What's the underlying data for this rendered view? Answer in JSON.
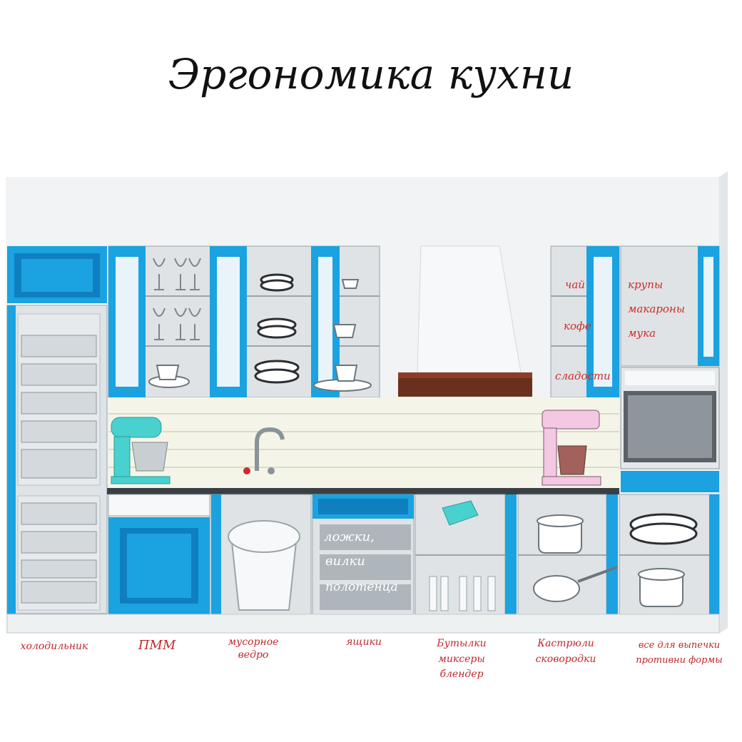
{
  "title": "Эргономика кухни",
  "colors": {
    "accent_blue": "#1aa3e0",
    "cabinet_gray": "#cdd2d6",
    "annotation_red": "#c0282d",
    "hood_wood": "#6b2f1e"
  },
  "upper_annotations": {
    "tea": "чай",
    "coffee": "кофе",
    "sweets": "сладости",
    "grains": "крупы",
    "pasta": "макароны",
    "flour": "мука"
  },
  "drawer_labels": {
    "spoons": "ложки,",
    "forks": "вилки",
    "towels": "полотенца"
  },
  "bottom_labels": [
    {
      "id": "fridge",
      "lines": [
        "холодильник"
      ]
    },
    {
      "id": "dishwasher",
      "lines": [
        "ПММ"
      ]
    },
    {
      "id": "trash",
      "lines": [
        "мусорное",
        "ведро"
      ]
    },
    {
      "id": "drawers",
      "lines": [
        "ящики"
      ]
    },
    {
      "id": "bottles",
      "lines": [
        "Бутылки",
        "миксеры",
        "блендер"
      ]
    },
    {
      "id": "pots",
      "lines": [
        "Кастрюли",
        "сковородки"
      ]
    },
    {
      "id": "baking",
      "lines": [
        "все для выпечки",
        "противни формы"
      ]
    }
  ]
}
